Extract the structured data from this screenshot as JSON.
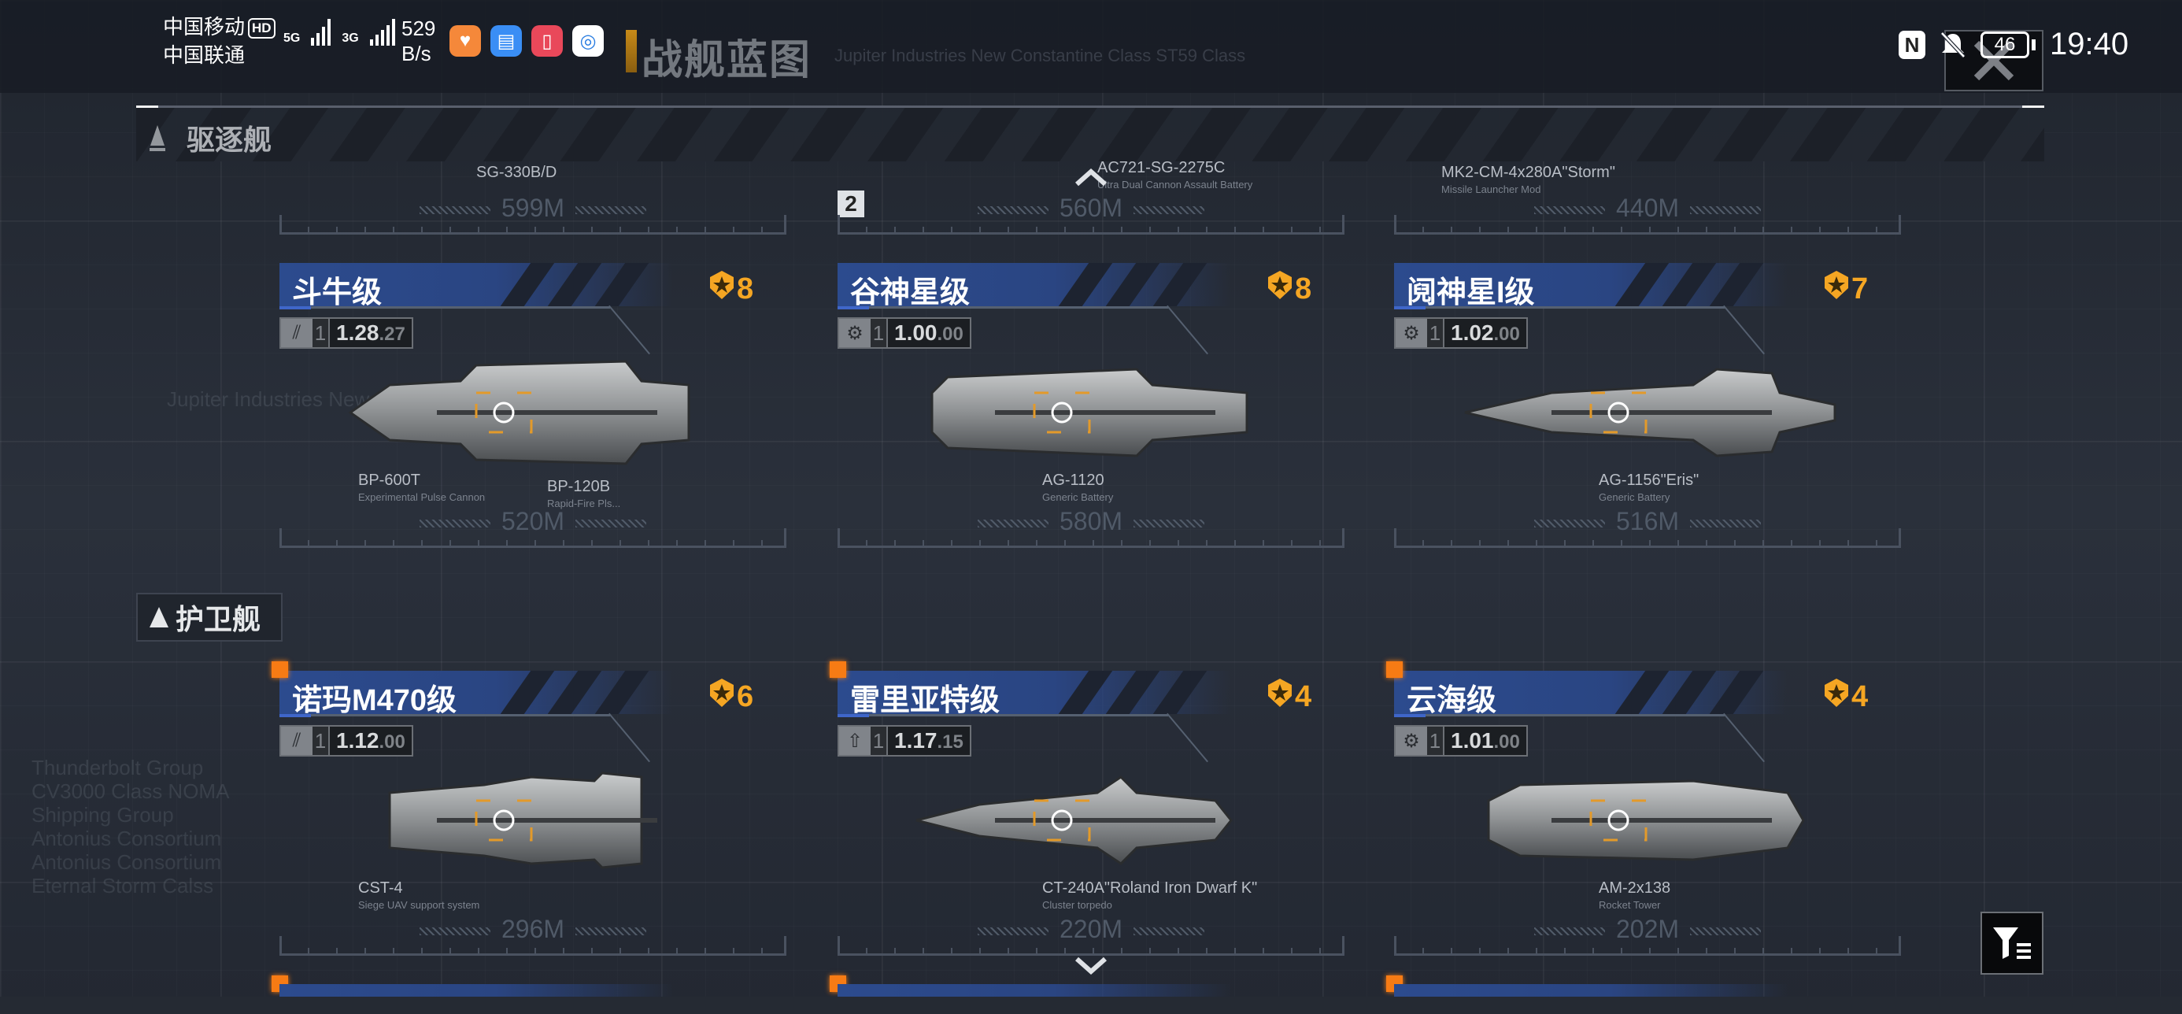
{
  "status_bar": {
    "carrier1": "中国移动",
    "hd": "HD",
    "carrier2": "中国联通",
    "net1": "5G",
    "net2": "3G",
    "speed_value": "529",
    "speed_unit": "B/s",
    "battery": "46",
    "time": "19:40"
  },
  "page": {
    "title": "战舰蓝图",
    "subtitle": "Jupiter Industries  New Constantine Class  ST59 Class",
    "bg_text_1": "Jupiter Industries  New Constantine",
    "bg_text_2": "Thunderbolt Group",
    "bg_text_3": "CV3000 Class NOMA Shipping Group Antonius Consortium",
    "bg_text_4": "Antonius Consortium Eternal Storm Calss"
  },
  "sections": {
    "destroyer": "驱逐舰",
    "frigate": "护卫舰"
  },
  "top_partial": [
    {
      "weapon": "SG-330B/D",
      "length": "599M"
    },
    {
      "weapon": "AC721-SG-2275C",
      "weapon_desc": "Ultra Dual Cannon Assault Battery",
      "badge": "2",
      "length": "560M"
    },
    {
      "weapon": "MK2-CM-4x280A\"Storm\"",
      "weapon_desc": "Missile Launcher Mod",
      "length": "440M"
    }
  ],
  "cards": [
    {
      "name": "斗牛级",
      "rank": "8",
      "level": "1",
      "value": "1.28",
      "value_sub": ".27",
      "icon": "ballistic-icon",
      "weapons": [
        {
          "name": "BP-600T",
          "desc": "Experimental Pulse Cannon"
        },
        {
          "name": "BP-120B",
          "desc": "Rapid-Fire Pls..."
        }
      ],
      "length": "520M",
      "new": false
    },
    {
      "name": "谷神星级",
      "rank": "8",
      "level": "1",
      "value": "1.00",
      "value_sub": ".00",
      "icon": "engineering-icon",
      "weapons": [
        {
          "name": "AG-1120",
          "desc": "Generic Battery"
        }
      ],
      "length": "580M",
      "new": false
    },
    {
      "name": "阋神星I级",
      "rank": "7",
      "level": "1",
      "value": "1.02",
      "value_sub": ".00",
      "icon": "engineering-icon",
      "weapons": [
        {
          "name": "AG-1156\"Eris\"",
          "desc": "Generic Battery"
        }
      ],
      "length": "516M",
      "new": false
    },
    {
      "name": "诺玛M470级",
      "rank": "6",
      "level": "1",
      "value": "1.12",
      "value_sub": ".00",
      "icon": "ballistic-icon",
      "weapons": [
        {
          "name": "CST-4",
          "desc": "Siege UAV support system"
        }
      ],
      "length": "296M",
      "new": true
    },
    {
      "name": "雷里亚特级",
      "rank": "4",
      "level": "1",
      "value": "1.17",
      "value_sub": ".15",
      "icon": "missile-icon",
      "weapons": [
        {
          "name": "CT-240A\"Roland Iron Dwarf K\"",
          "desc": "Cluster torpedo"
        }
      ],
      "length": "220M",
      "new": true
    },
    {
      "name": "云海级",
      "rank": "4",
      "level": "1",
      "value": "1.01",
      "value_sub": ".00",
      "icon": "engineering-icon",
      "weapons": [
        {
          "name": "AM-2x138",
          "desc": "Rocket Tower"
        }
      ],
      "length": "202M",
      "new": true
    }
  ],
  "colors": {
    "accent": "#f5a623",
    "new_marker": "#f77b14",
    "title_bar": "#2c4b8e"
  }
}
